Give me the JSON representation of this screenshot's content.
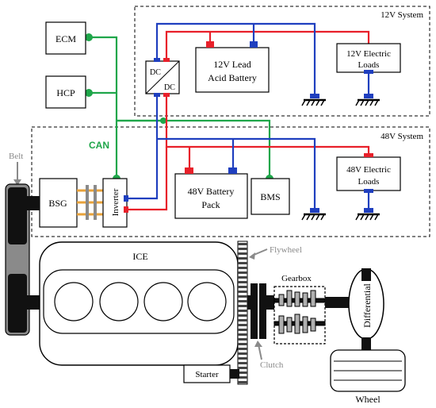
{
  "colors": {
    "bus_positive": "#e8202a",
    "bus_negative": "#1f3fbf",
    "can": "#1fa64a",
    "line": "#000000",
    "gray_label": "#8a8a8a",
    "copper": "#e8a23a"
  },
  "systems": {
    "v12": "12V System",
    "v48": "48V System"
  },
  "controllers": {
    "ecm": "ECM",
    "hcp": "HCP",
    "can": "CAN"
  },
  "converter": {
    "top": "DC",
    "bottom": "DC"
  },
  "components12": {
    "battery_line1": "12V Lead",
    "battery_line2": "Acid Battery",
    "loads_line1": "12V Electric",
    "loads_line2": "Loads"
  },
  "components48": {
    "bsg": "BSG",
    "inverter": "Inverter",
    "battery_line1": "48V Battery",
    "battery_line2": "Pack",
    "bms": "BMS",
    "loads_line1": "48V Electric",
    "loads_line2": "Loads"
  },
  "powertrain": {
    "belt": "Belt",
    "ice": "ICE",
    "flywheel": "Flywheel",
    "gearbox": "Gearbox",
    "differential": "Differential",
    "clutch": "Clutch",
    "starter": "Starter",
    "wheel": "Wheel"
  },
  "icons": [
    "ground-icon",
    "battery-terminal-icon",
    "can-node-icon"
  ]
}
